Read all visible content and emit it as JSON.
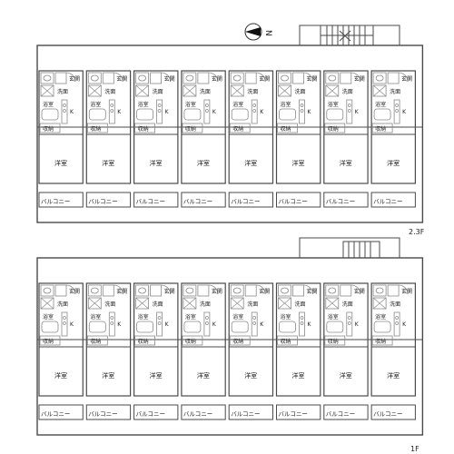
{
  "compass": {
    "label": "N"
  },
  "floors": [
    {
      "label": "2.3F",
      "units": 8
    },
    {
      "label": "1F",
      "units": 8
    }
  ],
  "room_labels": {
    "entrance": "玄関",
    "washroom": "洗面",
    "bath": "浴室",
    "kitchen": "K",
    "storage": "収納",
    "western_room": "洋室",
    "balcony": "バルコニー"
  },
  "colors": {
    "line": "#4a4a4a",
    "thin": "#8a8a8a",
    "fill": "#ffffff"
  }
}
